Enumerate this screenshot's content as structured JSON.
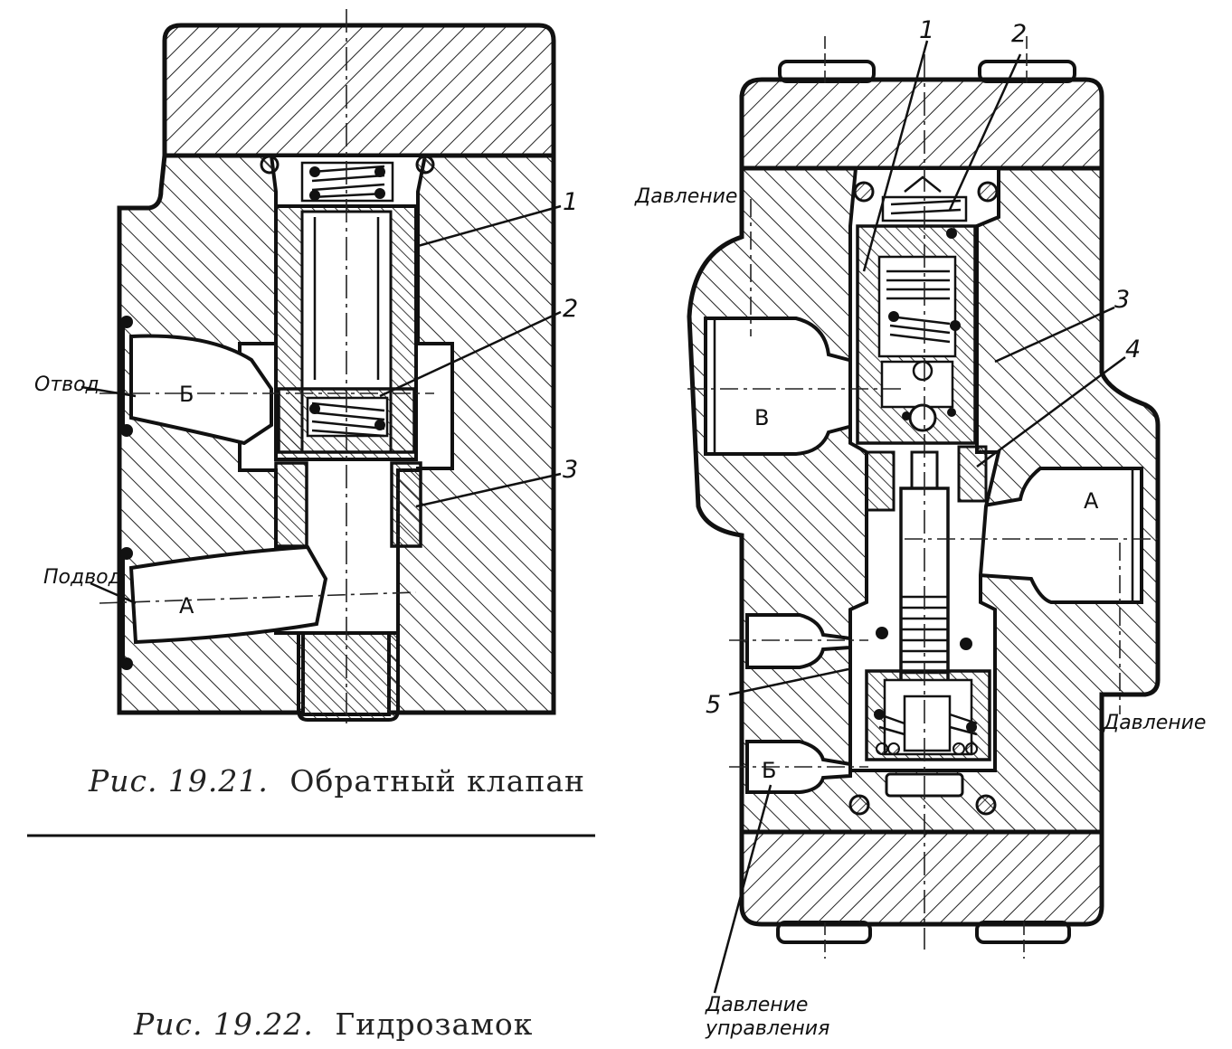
{
  "figure_left": {
    "callouts": [
      "1",
      "2",
      "3"
    ],
    "labels": {
      "outlet": "Отвод",
      "inlet": "Подвод"
    },
    "ports": {
      "b": "Б",
      "a": "А"
    },
    "caption_num": "Рис. 19.21.",
    "caption_text": "Обратный клапан"
  },
  "figure_right": {
    "callouts": [
      "1",
      "2",
      "3",
      "4",
      "5"
    ],
    "labels": {
      "pressure_top": "Давление",
      "pressure_right": "Давление",
      "control_pressure_1": "Давление",
      "control_pressure_2": "управления"
    },
    "ports": {
      "v": "В",
      "a": "А",
      "b": "Б"
    },
    "caption_num": "Рис. 19.22.",
    "caption_text": "Гидрозамок"
  },
  "colors": {
    "ink": "#111111",
    "paper": "#ffffff"
  }
}
